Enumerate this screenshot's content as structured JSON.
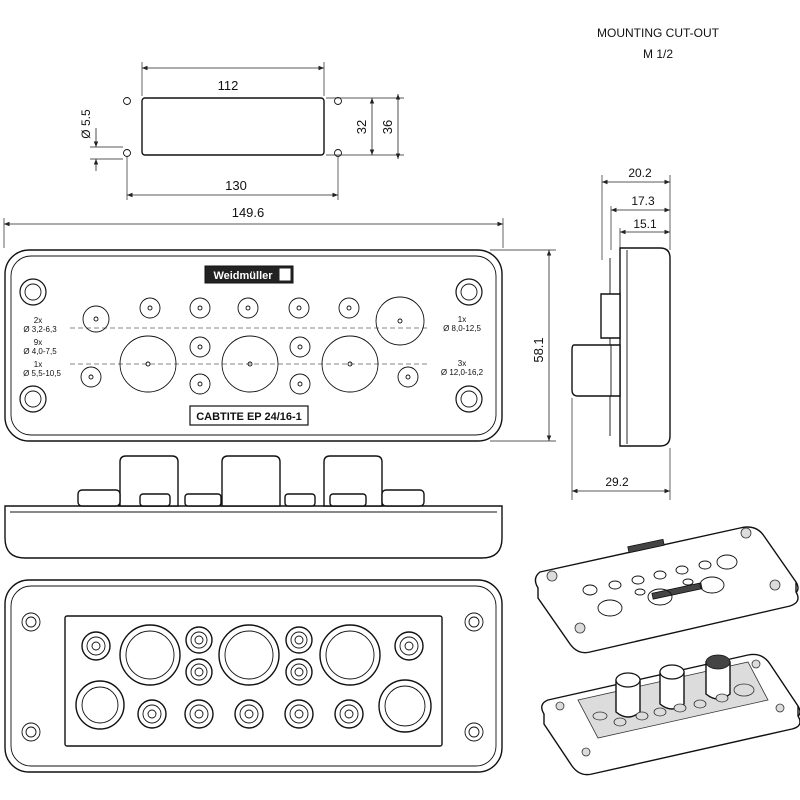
{
  "cutout": {
    "title": "MOUNTING CUT-OUT",
    "size": "M 1/2",
    "dim_width": "112",
    "dim_hole_spacing": "130",
    "dim_height_inner": "32",
    "dim_height_outer": "36",
    "dim_hole_dia": "Ø 5.5"
  },
  "front": {
    "dim_width": "149.6",
    "dim_height": "58.1",
    "brand": "Weidmüller",
    "product": "CABTITE EP 24/16-1",
    "left_legend": [
      {
        "qty": "2x",
        "range": "Ø 3,2-6,3"
      },
      {
        "qty": "9x",
        "range": "Ø 4,0-7,5"
      },
      {
        "qty": "1x",
        "range": "Ø 5,5-10,5"
      }
    ],
    "right_legend": [
      {
        "qty": "1x",
        "range": "Ø 8,0-12,5"
      },
      {
        "qty": "3x",
        "range": "Ø 12,0-16,2"
      }
    ]
  },
  "side": {
    "dim_a": "20.2",
    "dim_b": "17.3",
    "dim_c": "15.1",
    "dim_depth": "29.2"
  }
}
